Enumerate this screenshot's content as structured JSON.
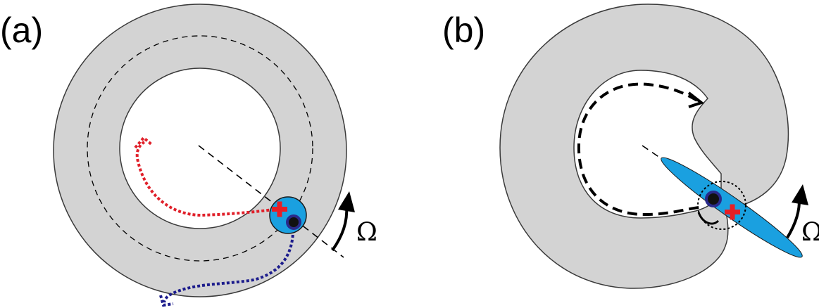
{
  "panels": [
    {
      "label": "(a)",
      "omega": "Ω"
    },
    {
      "label": "(b)",
      "omega": "Ω"
    }
  ],
  "colors": {
    "disk": "#d3d3d3",
    "disk_stroke": "#3a3a3a",
    "particle": "#1aa0e0",
    "inner_dot": "#2a2a8a",
    "cross": "#e81e25",
    "red_path": "#e0202a",
    "blue_path": "#1c1c8c",
    "line": "#000000"
  }
}
